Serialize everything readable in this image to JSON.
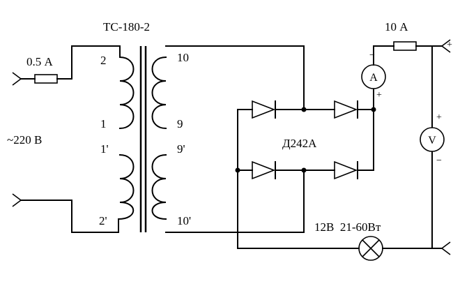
{
  "transformer": {
    "model": "ТС-180-2",
    "primary_pins": [
      "2",
      "1",
      "1'",
      "2'"
    ],
    "secondary_pins": [
      "10",
      "9",
      "9'",
      "10'"
    ]
  },
  "input": {
    "voltage": "~220 В",
    "fuse_rating": "0.5 А"
  },
  "rectifier": {
    "diode_model": "Д242А"
  },
  "output": {
    "fuse_rating": "10 А",
    "ammeter_symbol": "A",
    "voltmeter_symbol": "V",
    "plus_sign": "+",
    "minus_sign": "−",
    "lamp_label": "12В  21-60Вт"
  }
}
